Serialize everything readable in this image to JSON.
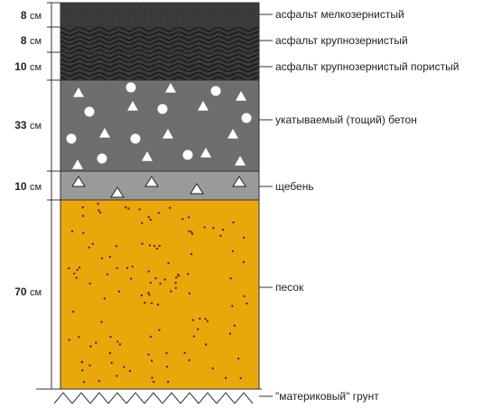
{
  "layers": [
    {
      "id": "fine-asphalt",
      "thickness": "8",
      "unit": "см",
      "label": "асфальт мелкозернистый",
      "color": "#3c3c3c",
      "pattern": "dark"
    },
    {
      "id": "coarse-asphalt",
      "thickness": "8",
      "unit": "см",
      "label": "асфальт крупнозернистый",
      "color": "#3c3c3c",
      "pattern": "chevron"
    },
    {
      "id": "porous-asphalt",
      "thickness": "10",
      "unit": "см",
      "label": "асфальт крупнозернистый пористый",
      "color": "#3c3c3c",
      "pattern": "chevron"
    },
    {
      "id": "lean-concrete",
      "thickness": "33",
      "unit": "см",
      "label": "укатываемый (тощий) бетон",
      "color": "#6e6e6e",
      "pattern": "shapes"
    },
    {
      "id": "gravel",
      "thickness": "10",
      "unit": "см",
      "label": "щебень",
      "color": "#9a9a9a",
      "pattern": "triangles"
    },
    {
      "id": "sand",
      "thickness": "70",
      "unit": "см",
      "label": "песок",
      "color": "#e8a80c",
      "pattern": "dots"
    }
  ],
  "ground": {
    "label": "\"материковый\" грунт",
    "pattern": "hatch"
  },
  "colors": {
    "line": "#333333",
    "text": "#222222",
    "shape_fill": "#ffffff",
    "dot": "#5a2a10"
  }
}
